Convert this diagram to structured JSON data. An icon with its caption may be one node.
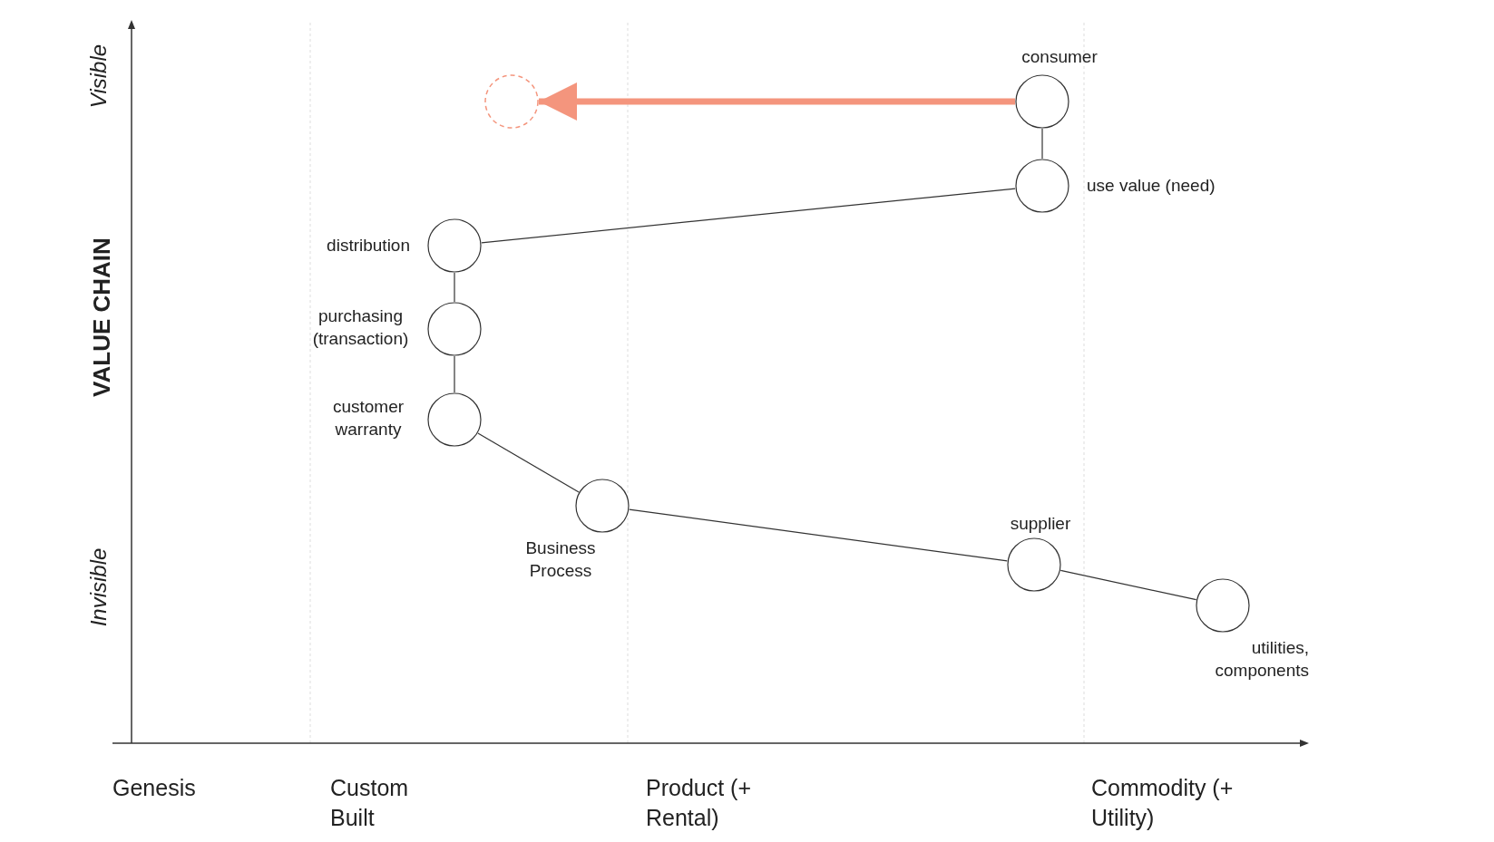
{
  "diagram": {
    "nodes": [
      {
        "text": [],
        "shape": "circle"
      },
      {
        "text": [
          "consumer"
        ]
      },
      {
        "text": [
          "use value (need)"
        ]
      },
      {
        "text": [
          "distribution"
        ]
      },
      {
        "text": [
          "purchasing (transaction)"
        ]
      },
      {
        "text": [
          "customer warranty"
        ]
      },
      {
        "text": [
          "Business Process"
        ]
      },
      {
        "text": [
          "supplier"
        ]
      },
      {
        "text": [
          "utilities, components"
        ]
      }
    ],
    "edges": [
      {
        "from": 1,
        "to": 0,
        "arrow": "to",
        "style": "thick",
        "color": "#f4957d"
      },
      {
        "from": 1,
        "to": 2,
        "arrow": "none"
      },
      {
        "from": 2,
        "to": 3,
        "arrow": "none"
      },
      {
        "from": 3,
        "to": 4,
        "arrow": "none"
      },
      {
        "from": 4,
        "to": 5,
        "arrow": "none"
      },
      {
        "from": 5,
        "to": 6,
        "arrow": "none"
      },
      {
        "from": 6,
        "to": 7,
        "arrow": "none"
      },
      {
        "from": 7,
        "to": 8,
        "arrow": "none"
      }
    ],
    "labels": [
      "Visible",
      "VALUE CHAIN",
      "Invisible",
      "Genesis",
      "Custom Built",
      "Product (+ Rental)",
      "Commodity (+ Utility)"
    ]
  }
}
